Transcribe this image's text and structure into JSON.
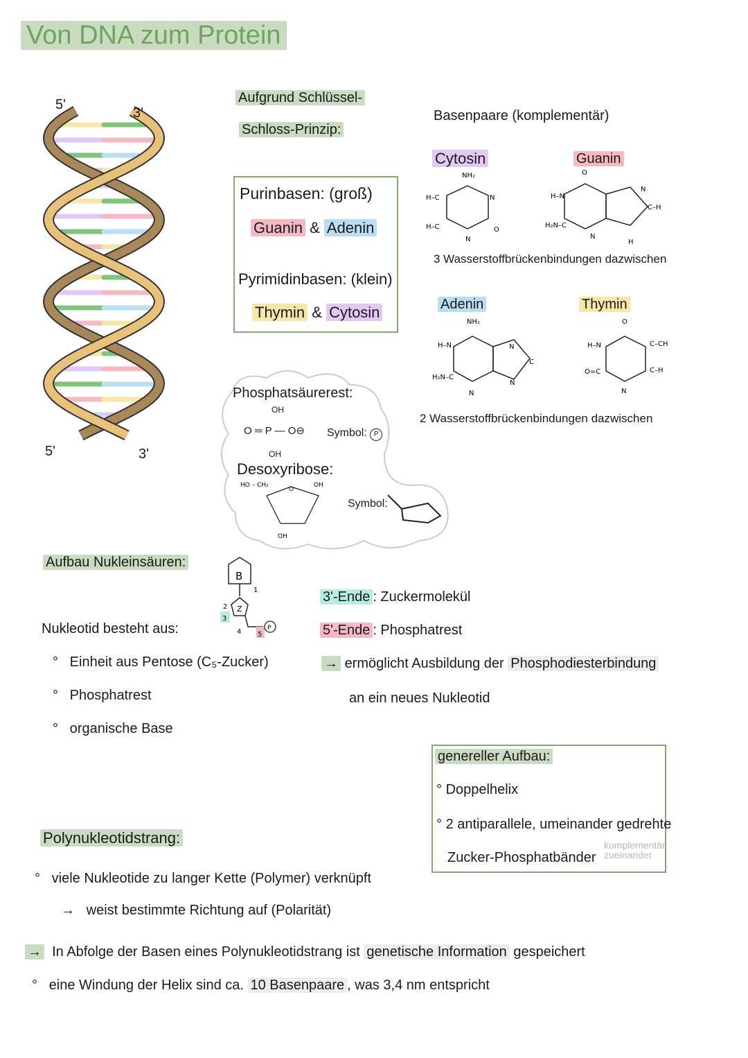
{
  "title": "Von DNA zum Protein",
  "colors": {
    "green": "#c9dcc1",
    "pink": "#f5b9c2",
    "blue": "#b9def2",
    "yellow": "#f8e6a6",
    "purple": "#e2c9f5",
    "teal": "#b7ece3",
    "box_border": "#7fae6c",
    "strand": "#e9c27a",
    "strand_dark": "#a88758"
  },
  "helix": {
    "top_left": "5'",
    "top_right": "3'",
    "bottom_left": "5'",
    "bottom_right": "3'"
  },
  "key_lock": {
    "line1": "Aufgrund Schlüssel-",
    "line2": "Schloss-Prinzip:"
  },
  "bases_box": {
    "purine_label": "Purinbasen:",
    "purine_size": "(groß)",
    "guanin": "Guanin",
    "amp": "&",
    "adenin": "Adenin",
    "pyrimidine_label": "Pyrimidinbasen:",
    "pyrimidine_size": "(klein)",
    "thymin": "Thymin",
    "cytosin": "Cytosin"
  },
  "base_pairs": {
    "heading": "Basenpaare (komplementär)",
    "cytosin": "Cytosin",
    "guanin": "Guanin",
    "gc_note": "3 Wasserstoffbrückenbindungen dazwischen",
    "adenin": "Adenin",
    "thymin": "Thymin",
    "at_note": "2 Wasserstoffbrückenbindungen dazwischen"
  },
  "cloud": {
    "phosphate_label": "Phosphatsäurerest:",
    "phosphate_atoms": {
      "top": "OH",
      "center": "P",
      "left": "O",
      "right": "O⊖",
      "bottom": "OH"
    },
    "symbol_label": "Symbol:",
    "phosphate_symbol": "P",
    "sugar_label": "Desoxyribose:",
    "sugar_atoms": {
      "ch2": "HO – CH₂",
      "o": "O",
      "oh_right": "OH",
      "oh_bottom": "OH"
    },
    "sugar_symbol_label": "Symbol:"
  },
  "nucleotide": {
    "heading": "Aufbau Nukleinsäuren:",
    "diagram": {
      "base": "B",
      "sugar": "Z",
      "phosphate": "P",
      "n1": "1",
      "n2": "2",
      "n3": "3",
      "n4": "4",
      "n5": "5"
    },
    "consists": "Nukleotid besteht aus:",
    "items": [
      "Einheit aus Pentose (C₅-Zucker)",
      "Phosphatrest",
      "organische Base"
    ]
  },
  "ends": {
    "end3_label": "3'-Ende",
    "end3_text": ": Zuckermolekül",
    "end5_label": "5'-Ende",
    "end5_text": ": Phosphatrest",
    "arrow": "→",
    "line1a": "ermöglicht Ausbildung der ",
    "line1b": "Phosphodiesterbindung",
    "line2": "an ein neues Nukleotid"
  },
  "general": {
    "heading": "genereller Aufbau:",
    "item1": "Doppelhelix",
    "item2": "2 antiparallele, umeinander gedrehte",
    "item2b": "Zucker-Phosphatbänder",
    "note1": "komplementär",
    "note2": "zueinander"
  },
  "poly": {
    "heading": "Polynukleotidstrang:",
    "item1": "viele Nukleotide zu langer Kette (Polymer) verknüpft",
    "arrow": "→",
    "item1b": "weist bestimmte Richtung auf (Polarität)",
    "line2a": "In Abfolge der Basen eines Polynukleotidstrang ist ",
    "line2b": "genetische Information",
    "line2c": " gespeichert",
    "line3a": "eine Windung der Helix sind ca. ",
    "line3b": "10 Basenpaare",
    "line3c": ", was 3,4 nm entspricht"
  }
}
